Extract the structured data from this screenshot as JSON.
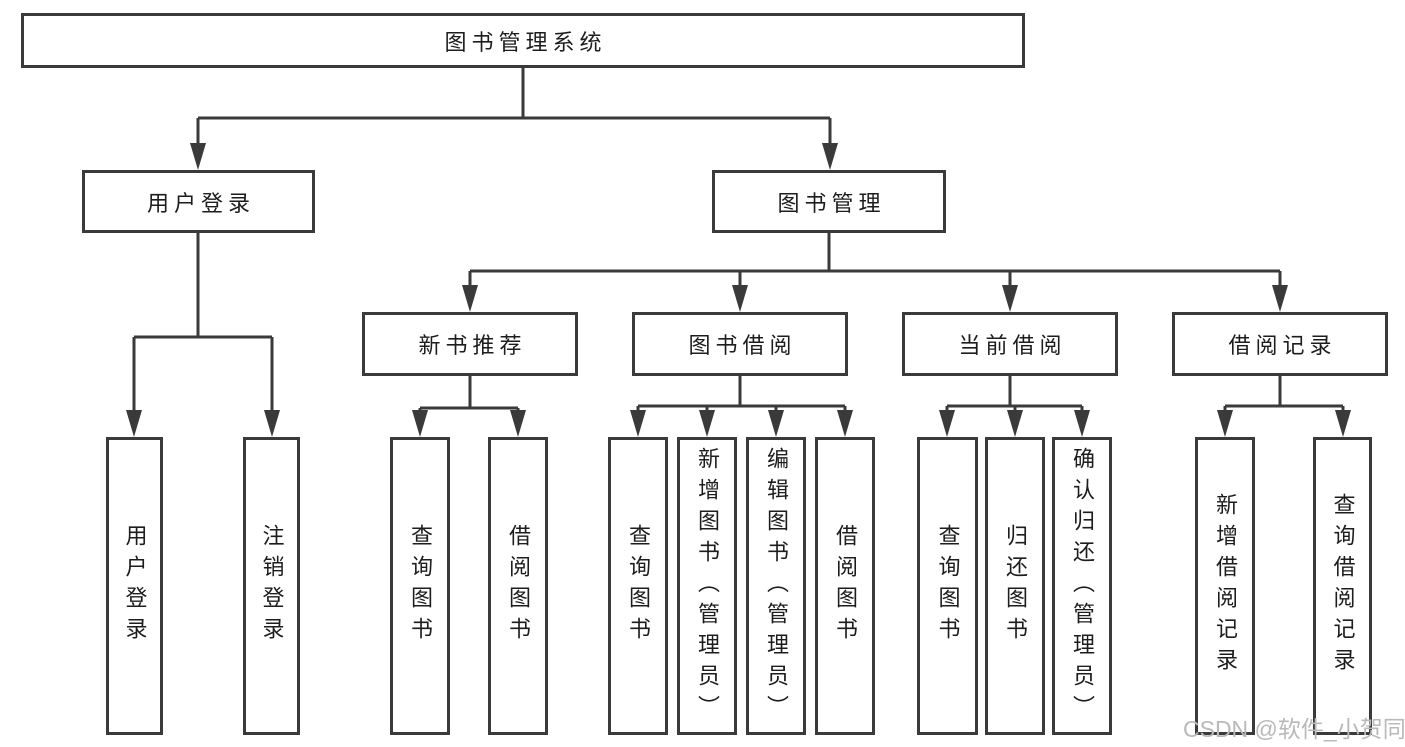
{
  "watermark": "CSDN @软件_小贺同学",
  "colors": {
    "line": "#3a3a3a",
    "text": "#1d1d1d",
    "box_background": "#ffffff",
    "watermark": "#b9b9b9"
  },
  "nodes": {
    "root": {
      "label": "图书管理系统"
    },
    "user_login": {
      "label": "用户登录"
    },
    "book_mgmt": {
      "label": "图书管理"
    },
    "new_book_rec": {
      "label": "新书推荐"
    },
    "book_borrow": {
      "label": "图书借阅"
    },
    "current_borrow": {
      "label": "当前借阅"
    },
    "borrow_records": {
      "label": "借阅记录"
    },
    "leaf_user_login": {
      "label": "用户登录"
    },
    "leaf_logout": {
      "label": "注销登录"
    },
    "leaf_nb_query": {
      "label": "查询图书"
    },
    "leaf_nb_borrow": {
      "label": "借阅图书"
    },
    "leaf_bb_query": {
      "label": "查询图书"
    },
    "leaf_bb_add": {
      "label": "新增图书（管理员）"
    },
    "leaf_bb_edit": {
      "label": "编辑图书（管理员）"
    },
    "leaf_bb_borrow": {
      "label": "借阅图书"
    },
    "leaf_cb_query": {
      "label": "查询图书"
    },
    "leaf_cb_return": {
      "label": "归还图书"
    },
    "leaf_cb_confirm": {
      "label": "确认归还（管理员）"
    },
    "leaf_br_add": {
      "label": "新增借阅记录"
    },
    "leaf_br_query": {
      "label": "查询借阅记录"
    }
  },
  "hierarchy": {
    "root": [
      "user_login",
      "book_mgmt"
    ],
    "user_login": [
      "leaf_user_login",
      "leaf_logout"
    ],
    "book_mgmt": [
      "new_book_rec",
      "book_borrow",
      "current_borrow",
      "borrow_records"
    ],
    "new_book_rec": [
      "leaf_nb_query",
      "leaf_nb_borrow"
    ],
    "book_borrow": [
      "leaf_bb_query",
      "leaf_bb_add",
      "leaf_bb_edit",
      "leaf_bb_borrow"
    ],
    "current_borrow": [
      "leaf_cb_query",
      "leaf_cb_return",
      "leaf_cb_confirm"
    ],
    "borrow_records": [
      "leaf_br_add",
      "leaf_br_query"
    ]
  }
}
